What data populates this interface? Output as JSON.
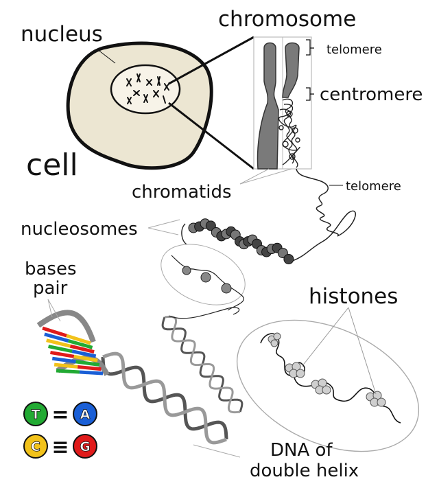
{
  "labels": {
    "nucleus": "nucleus",
    "cell": "cell",
    "chromosome": "chromosome",
    "telomere_top": "telomere",
    "centromere": "centromere",
    "telomere_side": "telomere",
    "chromatids": "chromatids",
    "nucleosomes": "nucleosomes",
    "bases_pair_line1": "bases",
    "bases_pair_line2": "pair",
    "histones": "histones",
    "dna_line1": "DNA of",
    "dna_line2": "double helix"
  },
  "base_pairs": [
    {
      "left": "T",
      "left_color": "#22aa33",
      "bond": "=",
      "right": "A",
      "right_color": "#1a5fd6"
    },
    {
      "left": "C",
      "left_color": "#f2c21a",
      "bond": "≡",
      "right": "G",
      "right_color": "#e01b1b"
    }
  ],
  "colors": {
    "cell_fill": "#ece6d2",
    "chromosome_fill": "#7a7a7a",
    "ladder_rungs": [
      "#e01b1b",
      "#1a5fd6",
      "#f2c21a",
      "#22aa33"
    ]
  }
}
